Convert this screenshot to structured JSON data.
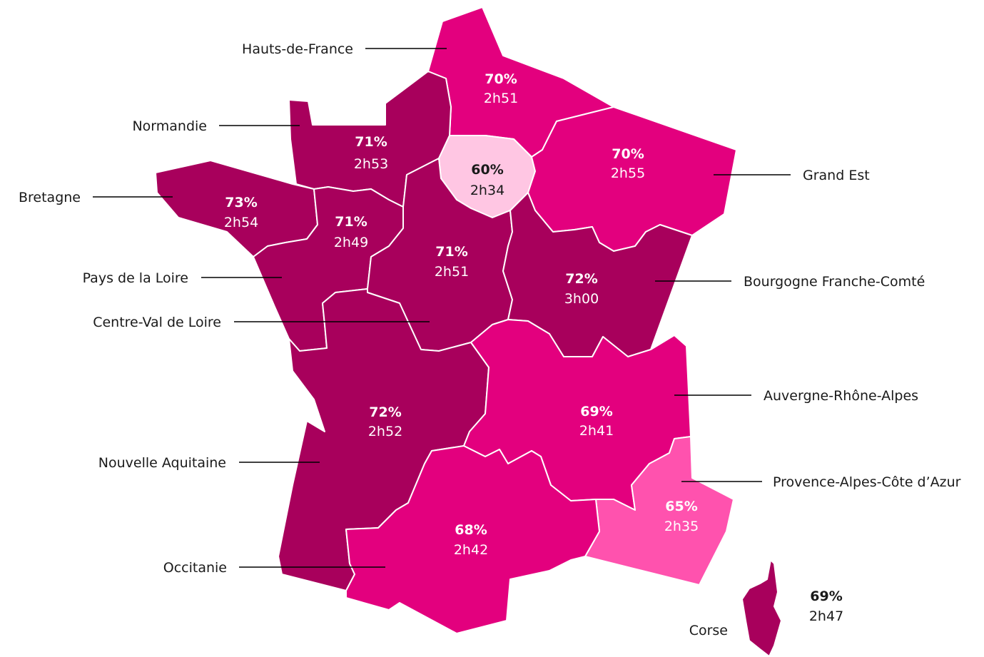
{
  "palette": {
    "dark": "#a8005c",
    "mid": "#e3007e",
    "light": "#ff52ae",
    "pale": "#ffc6e3",
    "text_on_fill": "#ffffff",
    "text_on_pale": "#1a1a1a"
  },
  "regions": [
    {
      "id": "hauts-de-france",
      "name": "Hauts-de-France",
      "share": "70%",
      "duration": "2h51",
      "tone": "mid"
    },
    {
      "id": "normandie",
      "name": "Normandie",
      "share": "71%",
      "duration": "2h53",
      "tone": "dark"
    },
    {
      "id": "ile-de-france",
      "name": "",
      "share": "60%",
      "duration": "2h34",
      "tone": "pale"
    },
    {
      "id": "grand-est",
      "name": "Grand Est",
      "share": "70%",
      "duration": "2h55",
      "tone": "mid"
    },
    {
      "id": "bretagne",
      "name": "Bretagne",
      "share": "73%",
      "duration": "2h54",
      "tone": "dark"
    },
    {
      "id": "pays-de-la-loire",
      "name": "Pays de la Loire",
      "share": "71%",
      "duration": "2h49",
      "tone": "dark"
    },
    {
      "id": "centre-val-de-loire",
      "name": "Centre-Val de Loire",
      "share": "71%",
      "duration": "2h51",
      "tone": "dark"
    },
    {
      "id": "bourgogne-franche-comte",
      "name": "Bourgogne Franche-Comté",
      "share": "72%",
      "duration": "3h00",
      "tone": "dark"
    },
    {
      "id": "nouvelle-aquitaine",
      "name": "Nouvelle Aquitaine",
      "share": "72%",
      "duration": "2h52",
      "tone": "dark"
    },
    {
      "id": "auvergne-rhone-alpes",
      "name": "Auvergne-Rhône-Alpes",
      "share": "69%",
      "duration": "2h41",
      "tone": "mid"
    },
    {
      "id": "provence-alpes-cote-dazur",
      "name": "Provence-Alpes-Côte d’Azur",
      "share": "65%",
      "duration": "2h35",
      "tone": "light"
    },
    {
      "id": "occitanie",
      "name": "Occitanie",
      "share": "68%",
      "duration": "2h42",
      "tone": "mid"
    },
    {
      "id": "corse",
      "name": "Corse",
      "share": "69%",
      "duration": "2h47",
      "tone": "dark"
    }
  ]
}
